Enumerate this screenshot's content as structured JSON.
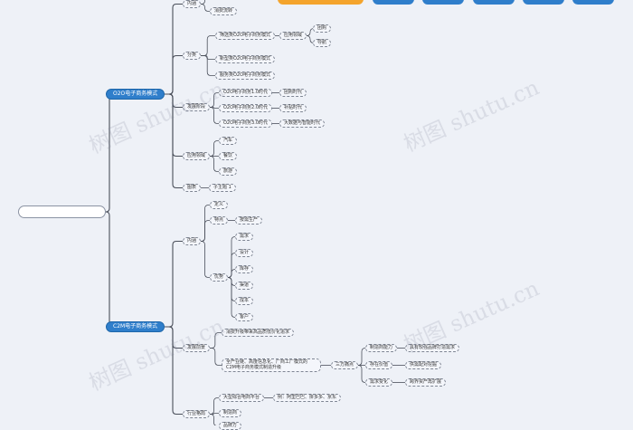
{
  "watermark": "树图 shutu.cn",
  "root": "",
  "tabs": [
    "",
    "",
    "",
    "",
    "",
    ""
  ],
  "o2o": {
    "label": "O2O电子商务模式",
    "neirong": {
      "label": "内涵",
      "items": [
        "",
        "消费流转"
      ]
    },
    "fenlei": {
      "label": "分类",
      "items": [
        "筛选类O2O电子商务模式",
        "新型类O2O电子商务模式",
        "服务类O2O电子商务模式"
      ],
      "field": "应用领域",
      "fieldItems": [
        "团购",
        "导航"
      ]
    },
    "fazhan": {
      "label": "发展阶段",
      "stages": [
        {
          "name": "O2O电子商务1.0时代",
          "era": "团购时代"
        },
        {
          "name": "O2O电子商务2.0时代",
          "era": "补贴时代"
        },
        {
          "name": "O2O电子商务3.0时代",
          "era": "大数据与智能时代"
        }
      ]
    },
    "yingyong": {
      "label": "应用领域",
      "items": [
        "汽车",
        "餐饮",
        "旅游"
      ]
    },
    "tuli": {
      "label": "图表",
      "items": [
        "子主题 1"
      ]
    }
  },
  "c2m": {
    "label": "C2M电子商务模式",
    "neirong": {
      "label": "内涵",
      "dingyi": "定义",
      "tedian": "特点",
      "tedianItem": "按需生产",
      "youshi": "优势",
      "youshiItems": [
        "需求",
        "设计",
        "库存",
        "渠道",
        "成本",
        "客户"
      ]
    },
    "fazhan": {
      "label": "发展前景",
      "items": [
        "消费升级带来高品质低价化追求",
        "全产业链、高度信息化、厂商工厂模式的C2M电子商务模式制造升级"
      ],
      "threeParty": "三方痛点",
      "pains": [
        {
          "name": "制造商能力",
          "detail": "具有较强品牌打造需求"
        },
        {
          "name": "存在价值",
          "detail": "供需配对挖掘"
        },
        {
          "name": "需求变化",
          "detail": "跨界资产再扩展"
        }
      ]
    },
    "hangye": {
      "label": "行业格局",
      "items": [
        "大型综合电商平台",
        "制造商",
        "品牌方"
      ],
      "platforms": "例：阿里巴巴、拼多多、京东"
    }
  }
}
